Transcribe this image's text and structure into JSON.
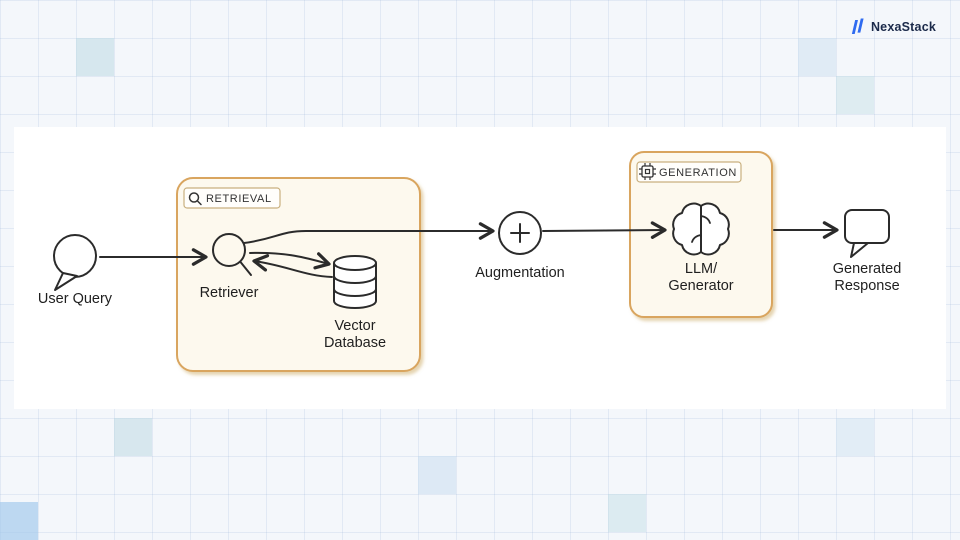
{
  "brand": {
    "name": "NexaStack"
  },
  "diagram": {
    "groups": {
      "retrieval": {
        "label": "RETRIEVAL"
      },
      "generation": {
        "label": "GENERATION"
      }
    },
    "nodes": {
      "user_query": {
        "label": "User Query"
      },
      "retriever": {
        "label": "Retriever"
      },
      "vector_database": {
        "line1": "Vector",
        "line2": "Database"
      },
      "augmentation": {
        "label": "Augmentation"
      },
      "llm_generator": {
        "line1": "LLM/",
        "line2": "Generator"
      },
      "generated_response": {
        "line1": "Generated",
        "line2": "Response"
      }
    },
    "edges": [
      "user_query -> retriever",
      "retriever -> vector_database",
      "vector_database -> retriever",
      "retriever -> augmentation",
      "augmentation -> llm_generator",
      "llm_generator -> generated_response"
    ],
    "colors": {
      "group_fill": "#fdf9ee",
      "group_border": "#d9a55e",
      "line": "#2b2b2b",
      "brand_blue": "#2f6bf0"
    }
  }
}
